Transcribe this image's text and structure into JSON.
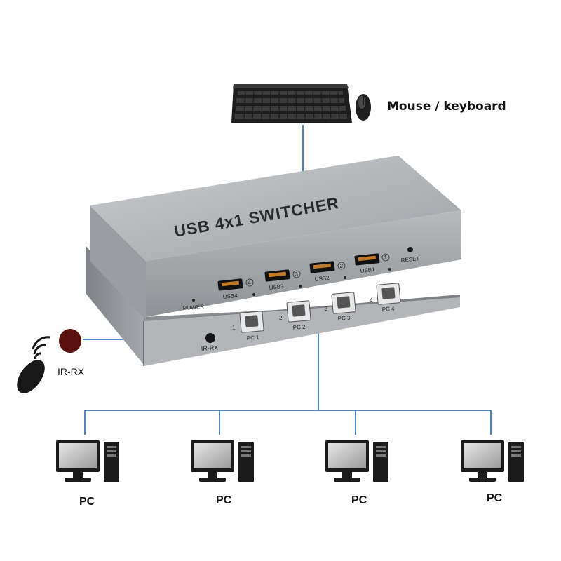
{
  "peripheral": {
    "label": "Mouse / keyboard"
  },
  "device": {
    "title": "USB 4x1 SWITCHER",
    "power_label": "POWER",
    "reset_label": "RESET",
    "irrx_port_label": "IR-RX",
    "usb_ports": [
      {
        "label": "USB4",
        "num": "4"
      },
      {
        "label": "USB3",
        "num": "3"
      },
      {
        "label": "USB2",
        "num": "2"
      },
      {
        "label": "USB1",
        "num": "1"
      }
    ],
    "pc_ports": [
      {
        "label": "PC 1",
        "num": "1"
      },
      {
        "label": "PC 2",
        "num": "2"
      },
      {
        "label": "PC 3",
        "num": "3"
      },
      {
        "label": "PC 4",
        "num": "4"
      }
    ]
  },
  "ir_receiver": {
    "label": "IR-RX"
  },
  "computers": [
    {
      "label": "PC"
    },
    {
      "label": "PC"
    },
    {
      "label": "PC"
    },
    {
      "label": "PC"
    }
  ],
  "colors": {
    "line": "#3a78c8",
    "body": "#a9abae",
    "dark": "#222222",
    "ir_dot": "#5b1010"
  }
}
